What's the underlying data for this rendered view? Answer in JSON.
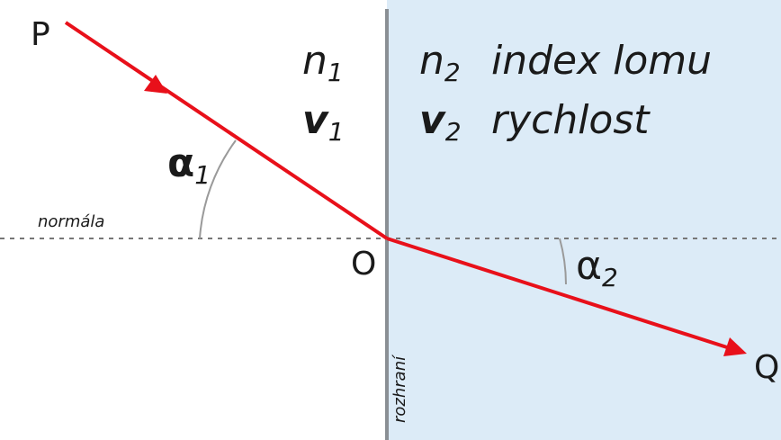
{
  "points": {
    "P": "P",
    "O": "O",
    "Q": "Q"
  },
  "medium1": {
    "n": "n",
    "n_sub": "1",
    "v": "v",
    "v_sub": "1"
  },
  "medium2": {
    "n": "n",
    "n_sub": "2",
    "n_desc": "index lomu",
    "v": "v",
    "v_sub": "2",
    "v_desc": "rychlost"
  },
  "angles": {
    "a1": {
      "sym": "α",
      "sub": "1"
    },
    "a2": {
      "sym": "α",
      "sub": "2"
    }
  },
  "normal_label": "normála",
  "interface_label": "rozhraní",
  "colors": {
    "ray": "#e8101a",
    "medium2_fill": "#dcebf7",
    "interface": "#8a8f94",
    "normal": "#777777",
    "arc": "#9a9a9a"
  }
}
